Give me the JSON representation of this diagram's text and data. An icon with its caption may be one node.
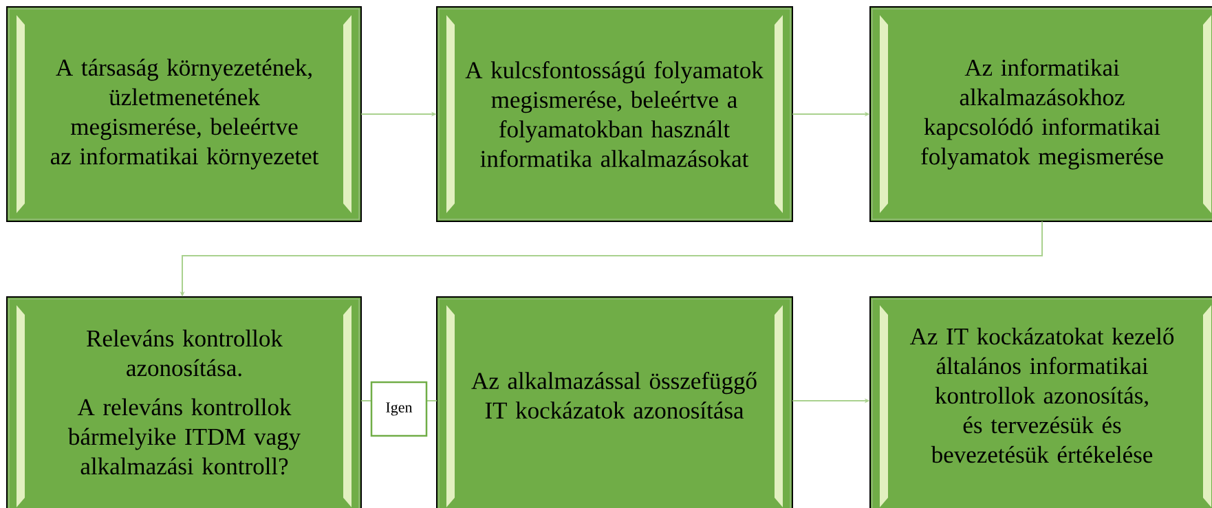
{
  "diagram": {
    "nodes": [
      {
        "text": [
          "A társaság környezetének, üzletmenetének megismerése, beleértve az informatikai környezetet"
        ]
      },
      {
        "text": [
          "A kulcsfontosságú folyamatok megismerése, beleértve a folyamatokban használt informatika alkalmazásokat"
        ]
      },
      {
        "text": [
          "Az informatikai alkalmazásokhoz kapcsolódó informatikai folyamatok megismerése"
        ]
      },
      {
        "text": [
          "Releváns kontrollok azonosítása.",
          "A releváns kontrollok bármelyike ITDM vagy alkalmazási kontroll?"
        ]
      },
      {
        "text": [
          "Az alkalmazással összefüggő IT kockázatok azonosítása"
        ]
      },
      {
        "text": [
          "Az IT kockázatokat kezelő általános informatikai kontrollok azonosítás, és tervezésük és bevezetésük értékelése"
        ]
      }
    ],
    "edges": [
      {
        "from": 0,
        "to": 1,
        "arrow": "to"
      },
      {
        "from": 1,
        "to": 2,
        "arrow": "to"
      },
      {
        "from": 2,
        "to": 3,
        "arrow": "to"
      },
      {
        "from": 3,
        "to": 4,
        "arrow": "none",
        "label": "Igen"
      },
      {
        "from": 4,
        "to": 5,
        "arrow": "to"
      }
    ]
  }
}
